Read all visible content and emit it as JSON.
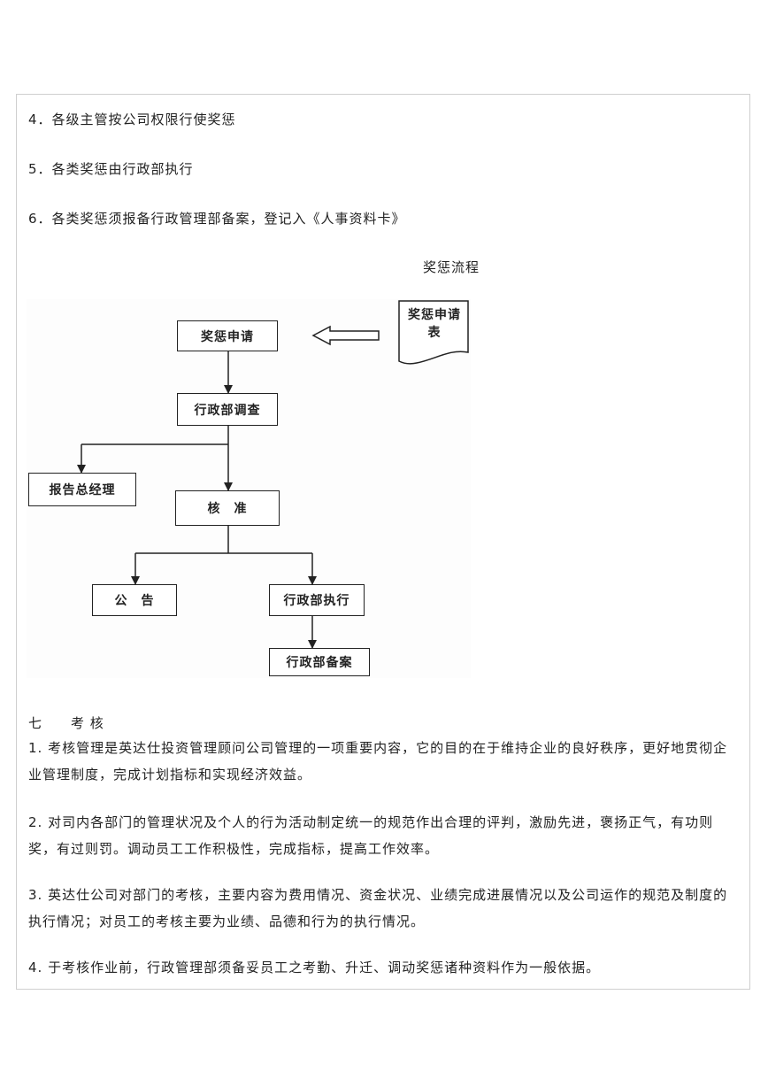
{
  "items": {
    "item4": "4．各级主管按公司权限行使奖惩",
    "item5": "5．各类奖惩由行政部执行",
    "item6": "6．各类奖惩须报备行政管理部备案，登记入《人事资料卡》"
  },
  "flowchart": {
    "title": "奖惩流程",
    "form_label": "奖惩申请表",
    "nodes": {
      "apply": "奖惩申请",
      "investigate": "行政部调查",
      "report": "报告总经理",
      "approve": "核　准",
      "announce": "公　告",
      "execute": "行政部执行",
      "file": "行政部备案"
    }
  },
  "section7": {
    "heading": "七　　考 核",
    "paragraphs": [
      "1. 考核管理是英达仕投资管理顾问公司管理的一项重要内容，它的目的在于维持企业的良好秩序，更好地贯彻企业管理制度，完成计划指标和实现经济效益。",
      "2. 对司内各部门的管理状况及个人的行为活动制定统一的规范作出合理的评判，激励先进，褒扬正气，有功则奖，有过则罚。调动员工工作积极性，完成指标，提高工作效率。",
      "3. 英达仕公司对部门的考核，主要内容为费用情况、资金状况、业绩完成进展情况以及公司运作的规范及制度的执行情况；对员工的考核主要为业绩、品德和行为的执行情况。",
      "4. 于考核作业前，行政管理部须备妥员工之考勤、升迁、调动奖惩诸种资料作为一般依据。"
    ]
  }
}
